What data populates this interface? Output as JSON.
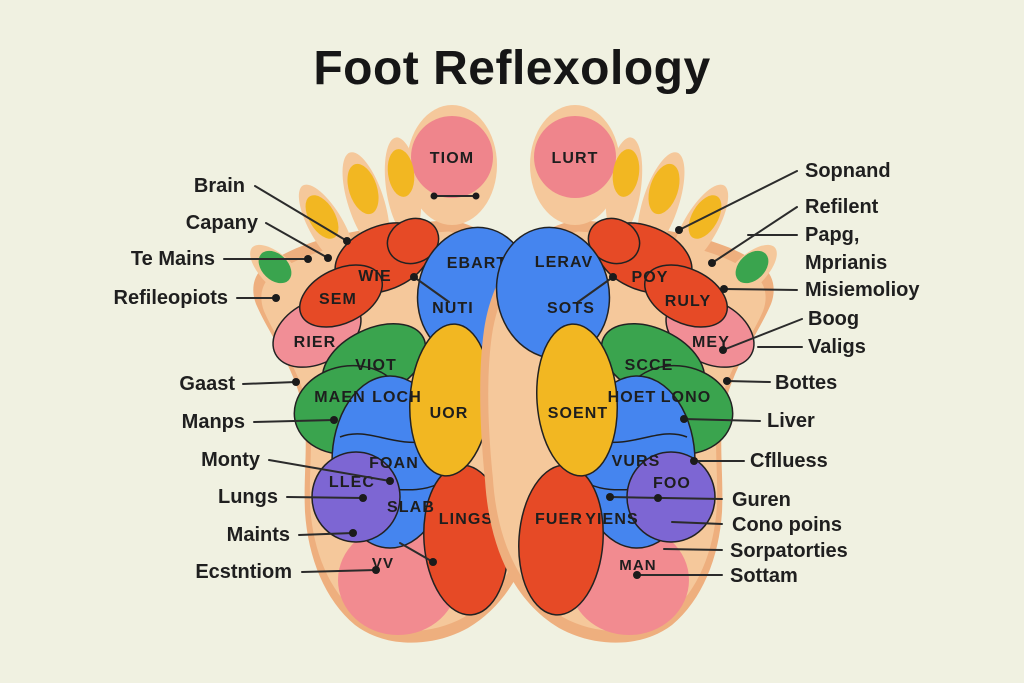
{
  "title": "Foot Reflexology",
  "colors": {
    "background": "#f0f1e1",
    "skin": "#f5c89b",
    "skin_shadow": "#eeaf7e",
    "red": "#e64a26",
    "yellow": "#f2b722",
    "green": "#3aa44e",
    "blue": "#4585ef",
    "purple": "#7d66d3",
    "pink": "#f18e96",
    "toe_pink": "#ef858c",
    "heel_pink": "#f28b90",
    "ink": "#1f1f1f"
  },
  "left_labels": [
    "Brain",
    "Capany",
    "Te Mains",
    "Refileopiots",
    "Gaast",
    "Manps",
    "Monty",
    "Lungs",
    "Maints",
    "Ecstntiom"
  ],
  "right_labels": [
    "Sopnand",
    "Refilent",
    "Papg,",
    "Mprianis",
    "Misiemolioy",
    "Boog",
    "Valigs",
    "Bottes",
    "Liver",
    "Cflluess",
    "Guren",
    "Cono poins",
    "Sorpatorties",
    "Sottam"
  ],
  "left_zones": [
    "TIOM",
    "WIE",
    "SEM",
    "EBART",
    "NUTI",
    "RIER",
    "VIOT",
    "MAEN",
    "LOCH",
    "UOR",
    "FOAN",
    "LLEC",
    "SLAB",
    "LINGS",
    "VV"
  ],
  "right_zones": [
    "LURT",
    "LERAV",
    "SOTS",
    "POY",
    "RULY",
    "MEY",
    "SCCE",
    "HOET",
    "LONO",
    "SOENT",
    "VURS",
    "FOO",
    "YIENS",
    "FUER",
    "MAN"
  ]
}
